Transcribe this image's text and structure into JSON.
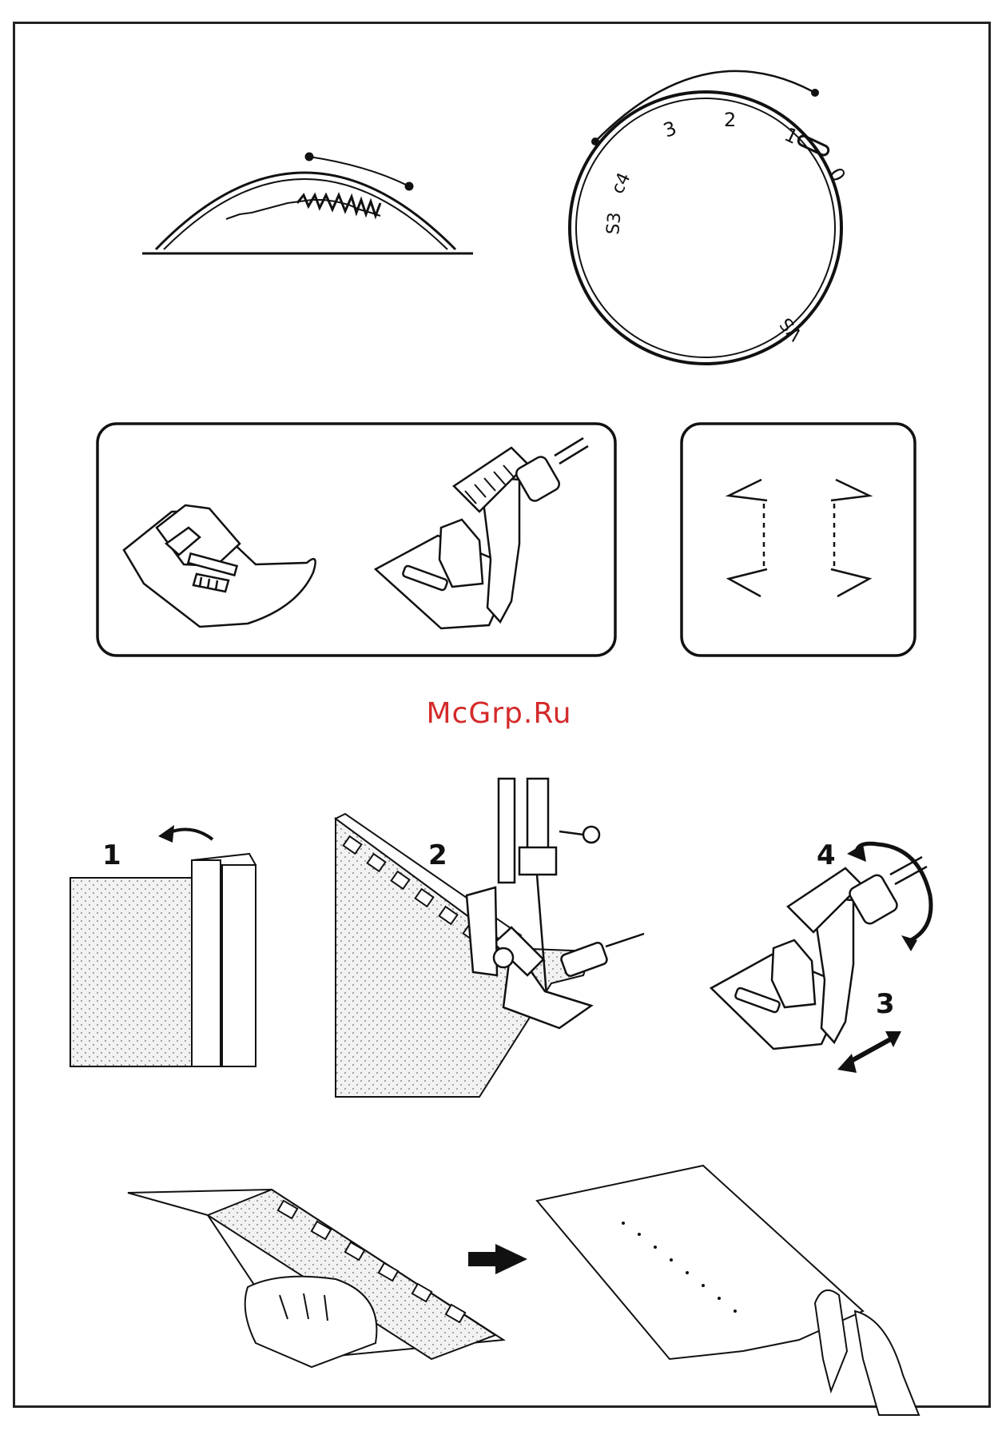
{
  "watermark": {
    "text": "McGrp.Ru",
    "color": "#d42a2a"
  },
  "dial": {
    "labels": [
      "0",
      "1",
      "2",
      "3",
      "c4",
      "S3",
      "VS"
    ]
  },
  "steps": {
    "fold": "1",
    "sew": "2",
    "adjust_guide": "3",
    "turn_screw": "4"
  },
  "icons": {
    "arc_zigzag": "zigzag-stitch-arc-icon",
    "stitch_dial": "stitch-length-dial-icon",
    "presser_feet": "presser-foot-icon",
    "blind_hem_pattern": "blind-hem-stitch-icon",
    "arrow": "arrow-right-icon"
  }
}
